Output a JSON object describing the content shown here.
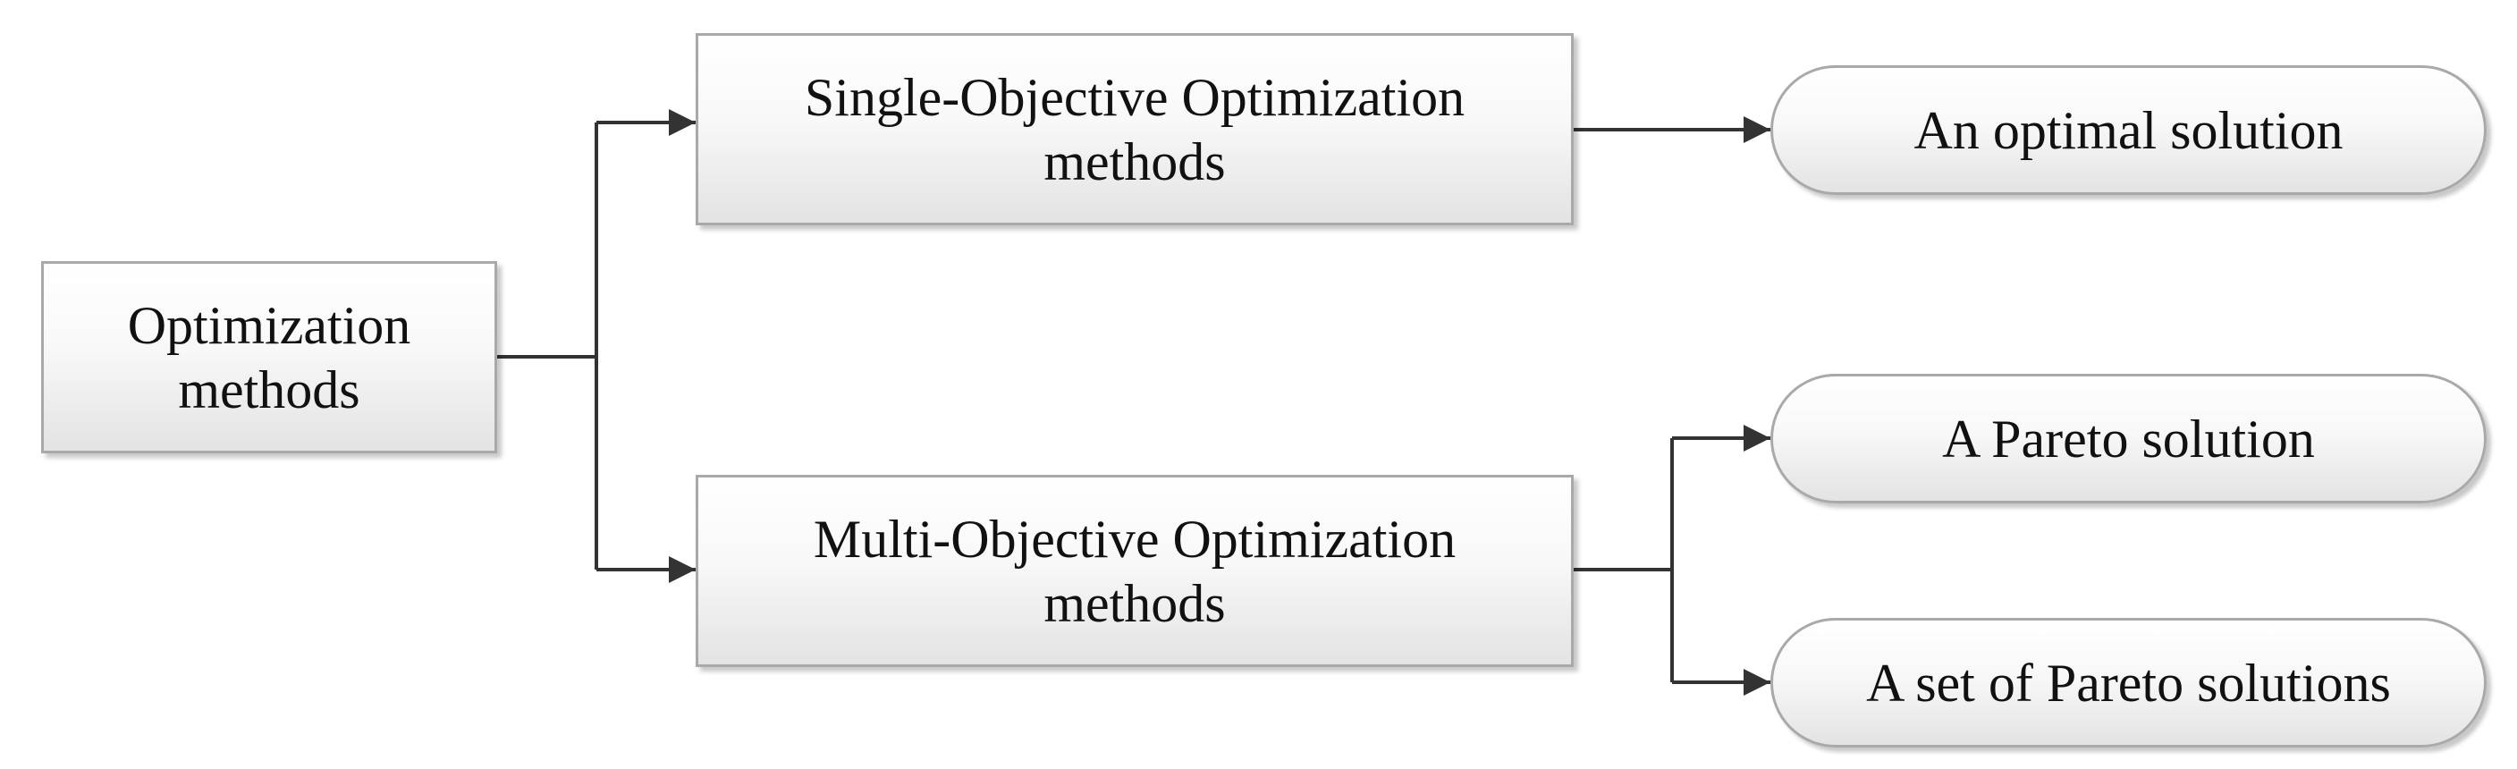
{
  "nodes": {
    "root": {
      "line1": "Optimization",
      "line2": "methods"
    },
    "single": {
      "line1": "Single-Objective Optimization",
      "line2": "methods"
    },
    "multi": {
      "line1": "Multi-Objective Optimization",
      "line2": "methods"
    },
    "optimal": {
      "label": "An optimal solution"
    },
    "pareto": {
      "label": "A Pareto solution"
    },
    "pareto_set": {
      "label": "A set of Pareto solutions"
    }
  },
  "colors": {
    "line": "#333333",
    "border": "#a9a9a9"
  }
}
